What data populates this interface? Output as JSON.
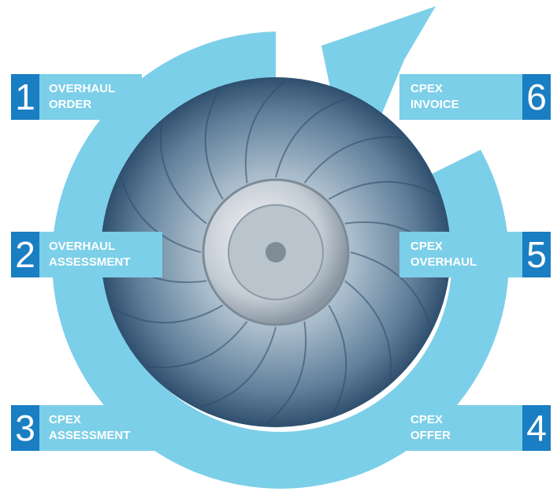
{
  "colors": {
    "arrow": "#7ccfe8",
    "number_box": "#1a7ec2",
    "text": "#ffffff",
    "background": "#ffffff"
  },
  "image": {
    "subject": "turbine-compressor-wheel"
  },
  "steps": [
    {
      "number": "1",
      "line1": "OVERHAUL",
      "line2": "ORDER"
    },
    {
      "number": "2",
      "line1": "OVERHAUL",
      "line2": "ASSESSMENT"
    },
    {
      "number": "3",
      "line1": "CPEX",
      "line2": "ASSESSMENT"
    },
    {
      "number": "4",
      "line1": "CPEX",
      "line2": "OFFER"
    },
    {
      "number": "5",
      "line1": "CPEX",
      "line2": "OVERHAUL"
    },
    {
      "number": "6",
      "line1": "CPEX",
      "line2": "INVOICE"
    }
  ]
}
